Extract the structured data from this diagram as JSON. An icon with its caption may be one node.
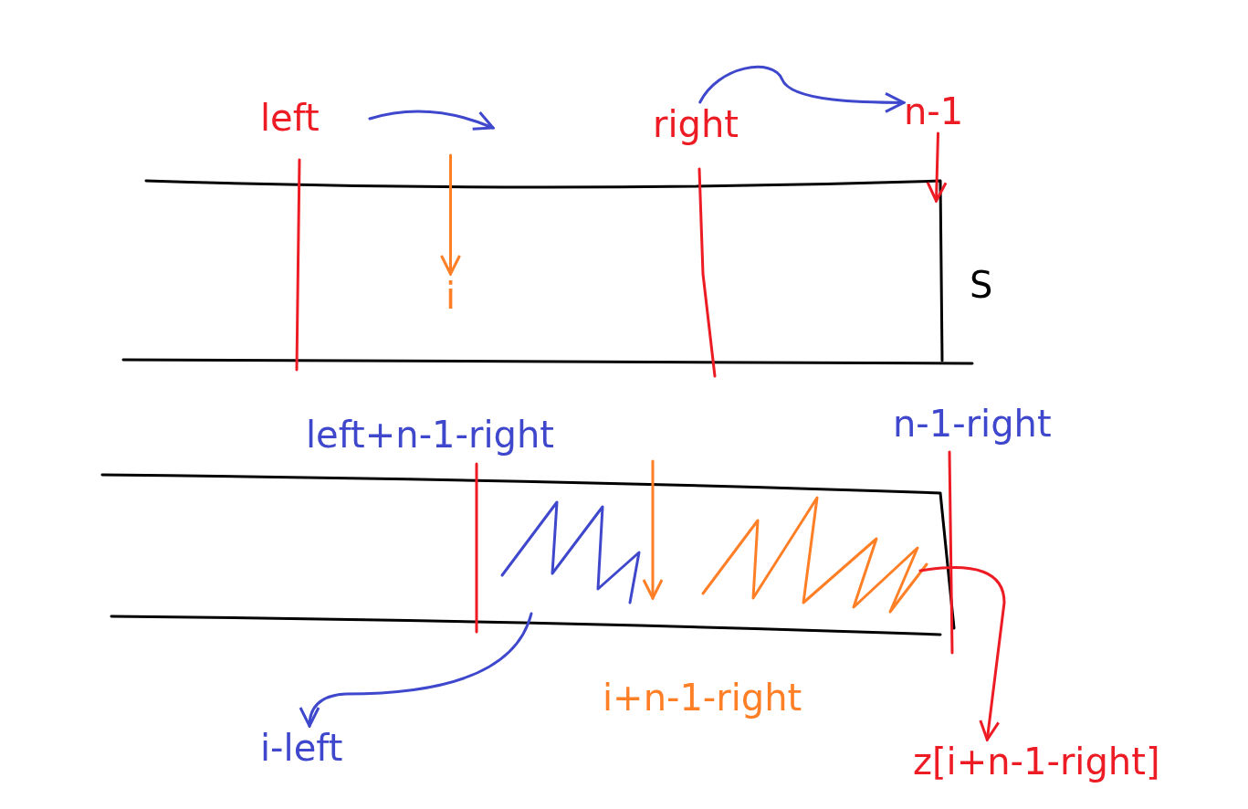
{
  "diagram": {
    "nodes": [
      {
        "text": [
          "left"
        ]
      },
      {
        "text": [
          "right"
        ]
      },
      {
        "text": [
          "n-1"
        ]
      },
      {
        "text": [
          "i"
        ]
      },
      {
        "text": [
          "S"
        ]
      },
      {
        "text": [
          "left+n-1-right"
        ]
      },
      {
        "text": [
          "n-1-right"
        ]
      },
      {
        "text": [
          "i+n-1-right"
        ]
      },
      {
        "text": [
          "i-left"
        ]
      },
      {
        "text": [
          "z[i+n-1-right]"
        ]
      }
    ],
    "edges": [
      {
        "from": 1,
        "to": 2,
        "arrow": "to",
        "color": "#3f48cc"
      },
      {
        "from": 2,
        "to": null,
        "arrow": "to",
        "color": "#ed1c24"
      },
      {
        "from": null,
        "to": 3,
        "arrow": "to",
        "color": "#ff7f27"
      },
      {
        "from": null,
        "to": 8,
        "arrow": "to",
        "color": "#3f48cc"
      },
      {
        "from": null,
        "to": 9,
        "arrow": "to",
        "color": "#ed1c24"
      }
    ]
  }
}
